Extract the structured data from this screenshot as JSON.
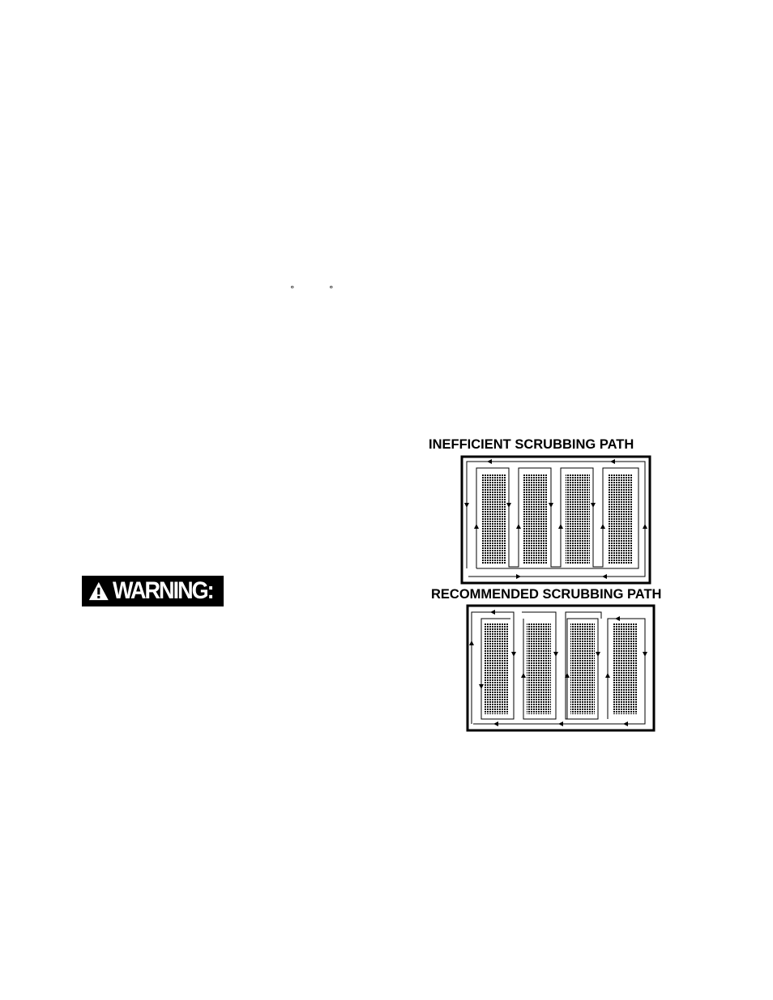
{
  "page": {
    "degree_marks": [
      "°",
      "°"
    ]
  },
  "warning": {
    "label": "WARNING:",
    "icon": "warning-triangle-icon",
    "colors": {
      "background": "#000000",
      "text": "#ffffff"
    }
  },
  "diagrams": {
    "inefficient": {
      "title": "INEFFICIENT SCRUBBING PATH",
      "scrub_areas": 4
    },
    "recommended": {
      "title": "RECOMMENDED SCRUBBING PATH",
      "scrub_areas": 4
    }
  }
}
